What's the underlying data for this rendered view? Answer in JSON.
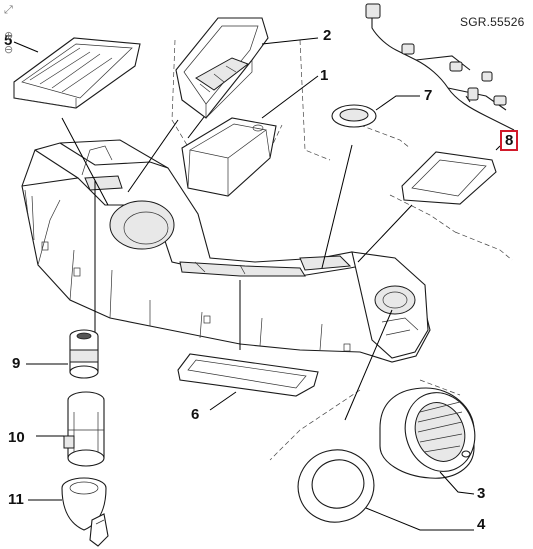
{
  "diagram": {
    "reference_code": "SGR.55526",
    "highlight_color": "#d11a2a",
    "parts": [
      {
        "id": "1",
        "label": "1"
      },
      {
        "id": "2",
        "label": "2"
      },
      {
        "id": "3",
        "label": "3"
      },
      {
        "id": "4",
        "label": "4"
      },
      {
        "id": "5",
        "label": "5"
      },
      {
        "id": "6",
        "label": "6"
      },
      {
        "id": "7",
        "label": "7"
      },
      {
        "id": "8",
        "label": "8",
        "highlighted": true
      },
      {
        "id": "9",
        "label": "9"
      },
      {
        "id": "10",
        "label": "10"
      },
      {
        "id": "11",
        "label": "11"
      }
    ]
  },
  "toolbar": {
    "icons": [
      "expand-icon",
      "zoom-in-icon",
      "zoom-out-icon"
    ],
    "expand_glyph": "⤢",
    "zoom_in_glyph": "⊕",
    "zoom_out_glyph": "⊖"
  }
}
